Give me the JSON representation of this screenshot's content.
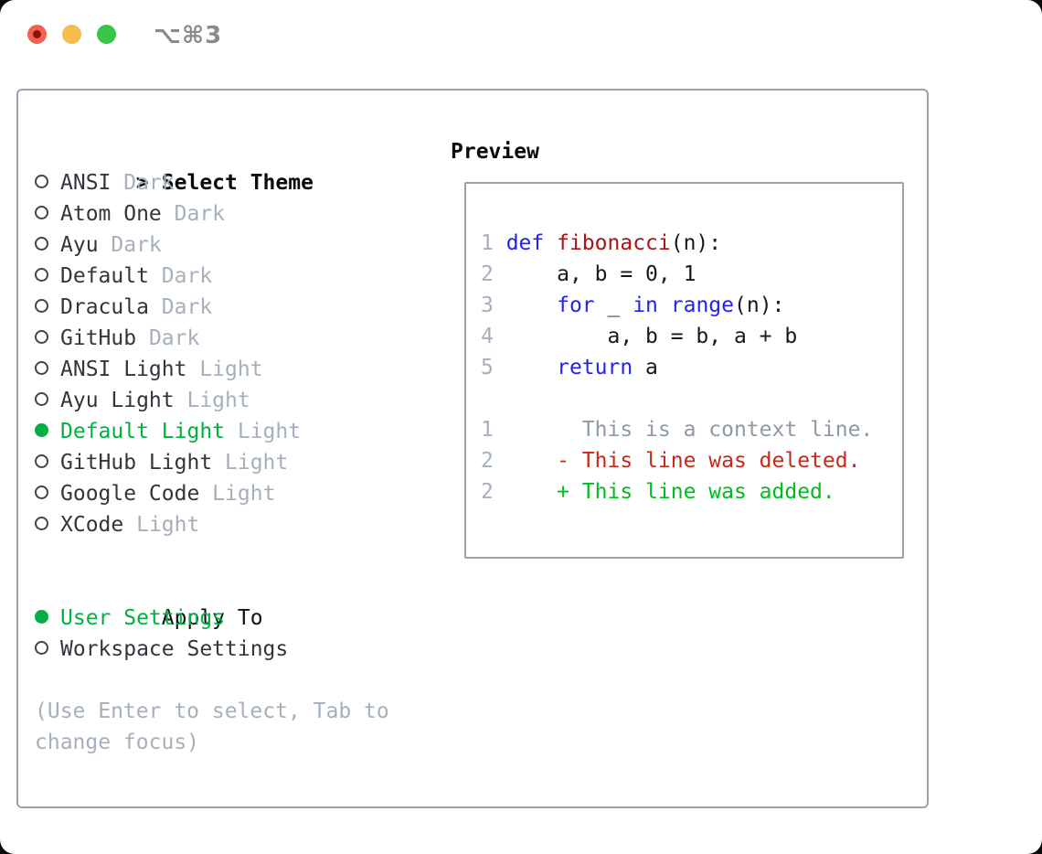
{
  "window": {
    "title": "⌥⌘3"
  },
  "theme_selector": {
    "prompt": ">",
    "title": "Select Theme",
    "themes": [
      {
        "label": "ANSI",
        "variant": "Dark",
        "selected": false
      },
      {
        "label": "Atom One",
        "variant": "Dark",
        "selected": false
      },
      {
        "label": "Ayu",
        "variant": "Dark",
        "selected": false
      },
      {
        "label": "Default",
        "variant": "Dark",
        "selected": false
      },
      {
        "label": "Dracula",
        "variant": "Dark",
        "selected": false
      },
      {
        "label": "GitHub",
        "variant": "Dark",
        "selected": false
      },
      {
        "label": "ANSI Light",
        "variant": "Light",
        "selected": false
      },
      {
        "label": "Ayu Light",
        "variant": "Light",
        "selected": false
      },
      {
        "label": "Default Light",
        "variant": "Light",
        "selected": true
      },
      {
        "label": "GitHub Light",
        "variant": "Light",
        "selected": false
      },
      {
        "label": "Google Code",
        "variant": "Light",
        "selected": false
      },
      {
        "label": "XCode",
        "variant": "Light",
        "selected": false
      }
    ],
    "apply_section": {
      "title": "Apply To",
      "options": [
        {
          "label": "User Settings",
          "selected": true
        },
        {
          "label": "Workspace Settings",
          "selected": false
        }
      ]
    },
    "hint": "(Use Enter to select, Tab to change focus)"
  },
  "preview": {
    "title": "Preview",
    "code_lines": [
      {
        "num": "1",
        "tokens": [
          [
            "def",
            "kw"
          ],
          [
            " ",
            ""
          ],
          [
            "fibonacci",
            "fn"
          ],
          [
            "(n):",
            ""
          ]
        ]
      },
      {
        "num": "2",
        "tokens": [
          [
            "    a, b = 0, 1",
            ""
          ]
        ]
      },
      {
        "num": "3",
        "tokens": [
          [
            "    ",
            ""
          ],
          [
            "for",
            "kw"
          ],
          [
            " _ ",
            ""
          ],
          [
            "in",
            "kw"
          ],
          [
            " ",
            ""
          ],
          [
            "range",
            "kw"
          ],
          [
            "(n):",
            ""
          ]
        ]
      },
      {
        "num": "4",
        "tokens": [
          [
            "        a, b = b, a + b",
            ""
          ]
        ]
      },
      {
        "num": "5",
        "tokens": [
          [
            "    ",
            ""
          ],
          [
            "return",
            "kw"
          ],
          [
            " a",
            ""
          ]
        ]
      }
    ],
    "diff_lines": [
      {
        "num": "1",
        "text": "      This is a context line.",
        "type": "context"
      },
      {
        "num": "2",
        "text": "    - This line was deleted.",
        "type": "deleted"
      },
      {
        "num": "2",
        "text": "    + This line was added.",
        "type": "added"
      }
    ]
  },
  "colors": {
    "keyword": "#2323ee",
    "function": "#a91414",
    "deleted": "#c9271a",
    "added": "#00bd1f",
    "context": "#8f99a4",
    "selected": "#00b141",
    "muted": "#a6b0bc",
    "border": "#99a2ad",
    "light_red": "#f16253",
    "light_red_dot": "#8f1007",
    "light_yellow": "#f6bd4e",
    "light_green": "#37c648"
  }
}
